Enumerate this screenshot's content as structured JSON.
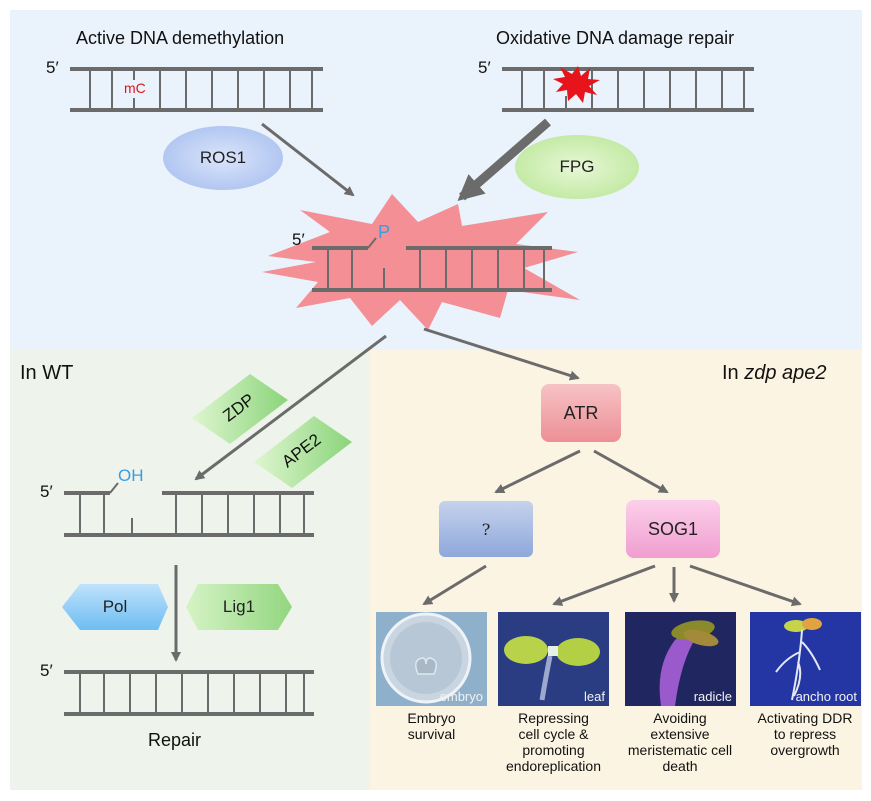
{
  "top": {
    "left_title": "Active DNA demethylation",
    "right_title": "Oxidative DNA damage repair",
    "five_prime": "5′",
    "mc_label": "mC",
    "ros1": "ROS1",
    "fpg": "FPG",
    "p_label": "P"
  },
  "wt": {
    "title": "In WT",
    "zdp": "ZDP",
    "ape2": "APE2",
    "oh_label": "OH",
    "pol": "Pol",
    "lig1": "Lig1",
    "repair": "Repair",
    "five_prime": "5′"
  },
  "mutant": {
    "title_prefix": "In ",
    "title_italic": "zdp ape2",
    "atr": "ATR",
    "unknown": "?",
    "sog1": "SOG1",
    "images": [
      {
        "label": "embryo",
        "caption": "Embryo\nsurvival"
      },
      {
        "label": "leaf",
        "caption": "Repressing\ncell cycle &\npromoting\nendoreplication"
      },
      {
        "label": "radicle",
        "caption": "Avoiding\nextensive\nmeristematic cell\ndeath"
      },
      {
        "label": "ancho root",
        "caption": "Activating DDR\nto repress\novergrowth"
      }
    ]
  },
  "colors": {
    "top_bg": "#eaf2fb",
    "wt_bg": "#eef4ec",
    "mutant_bg": "#fcf4e2",
    "damage_red": "#f06d72",
    "mc_red": "#e0141a",
    "phosphate_blue": "#3b9de0"
  }
}
